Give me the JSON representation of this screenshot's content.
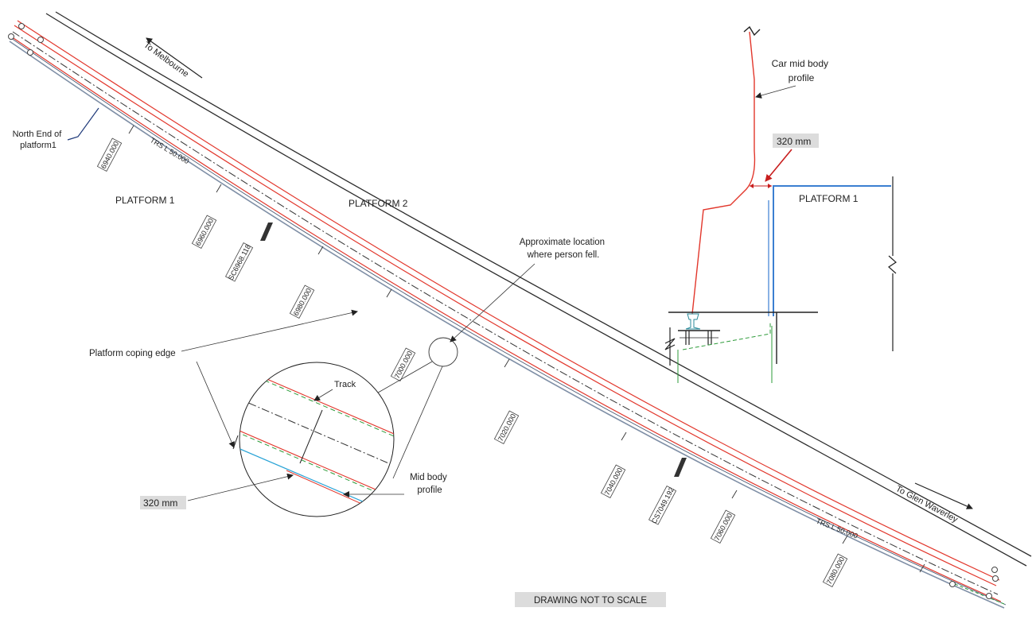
{
  "labels": {
    "to_melbourne": "To Melbourne",
    "to_glen_waverley": "To Glen Waverley",
    "north_end": [
      "North End of",
      "platform1"
    ],
    "platform1": "PLATFORM 1",
    "platform2": "PLATFORM 2",
    "approx_location": [
      "Approximate location",
      "where person fell."
    ],
    "coping_edge": "Platform coping edge",
    "track": "Track",
    "mid_body_profile": [
      "Mid body",
      "profile"
    ],
    "gap_320": "320 mm",
    "car_mid_body_profile": [
      "Car mid body",
      "profile"
    ],
    "inset_gap_320": "320 mm",
    "inset_platform1": "PLATFORM 1",
    "not_to_scale": "DRAWING NOT TO SCALE",
    "trs_label_1": "TRS L 50.000",
    "trs_label_2": "TRS L 50.000"
  },
  "chainages": [
    "6940.000",
    "6960.000",
    "SC6968.118",
    "6980.000",
    "7000.000",
    "7020.000",
    "7040.000",
    "CS7049.192",
    "7060.000",
    "7080.000"
  ],
  "colors": {
    "rail": "#e2372c",
    "platform_inset": "#3b7fd1",
    "profile_line": "#29a3d6",
    "green_dash": "#2e9b3a",
    "label_box": "#dcdcdc",
    "north_end_leader": "#1f3a7a",
    "gap_arrow": "#c81e1e"
  }
}
